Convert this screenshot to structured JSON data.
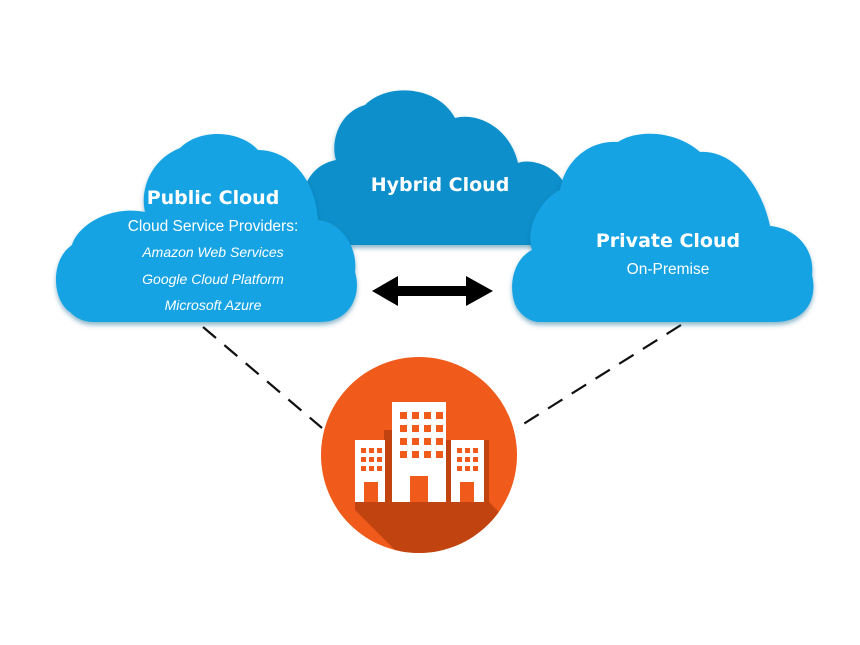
{
  "colors": {
    "cloud_light": "#12a3e3",
    "cloud_hybrid": "#0c8fcb",
    "cloud_shadow": "#0a6fa0",
    "building_circle": "#f05a1a",
    "building_shadow": "#b8400f",
    "text": "#ffffff",
    "arrow": "#000000",
    "connector": "#111111"
  },
  "public_cloud": {
    "title": "Public Cloud",
    "subtitle": "Cloud Service Providers:",
    "providers": [
      "Amazon Web Services",
      "Google Cloud Platform",
      "Microsoft Azure"
    ]
  },
  "hybrid_cloud": {
    "title": "Hybrid Cloud"
  },
  "private_cloud": {
    "title": "Private Cloud",
    "subtitle": "On-Premise"
  },
  "arrow": {
    "direction": "bidirectional"
  },
  "enterprise": {
    "icon": "office-buildings-icon"
  }
}
